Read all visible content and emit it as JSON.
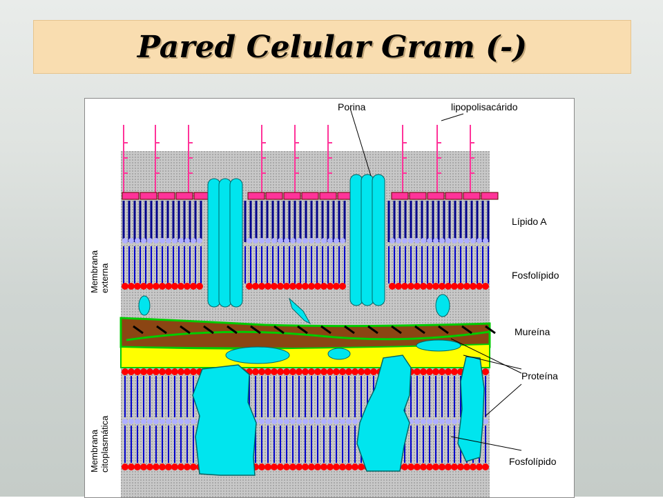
{
  "title": "Pared Celular Gram (-)",
  "diagram": {
    "labels": {
      "porina": "Porina",
      "lipopolisacarido": "lipopolisacárido",
      "lipido_a": "Lípido A",
      "fosfolipido_top": "Fosfolípido",
      "mureina": "Mureína",
      "proteina": "Proteína",
      "fosfolipido_bottom": "Fosfolípido",
      "membrana_externa_1": "Membrana",
      "membrana_externa_2": "externa",
      "membrana_cito_1": "Membrana",
      "membrana_cito_2": "citoplasmática"
    },
    "colors": {
      "lps_chain": "#ff3399",
      "head_red": "#ff0000",
      "tail_blue": "#0000cc",
      "porin_cyan": "#00e5ee",
      "murein_brown": "#8b4513",
      "periplasm_yellow": "#ffff00",
      "background_gray": "#c0c0c0"
    }
  }
}
